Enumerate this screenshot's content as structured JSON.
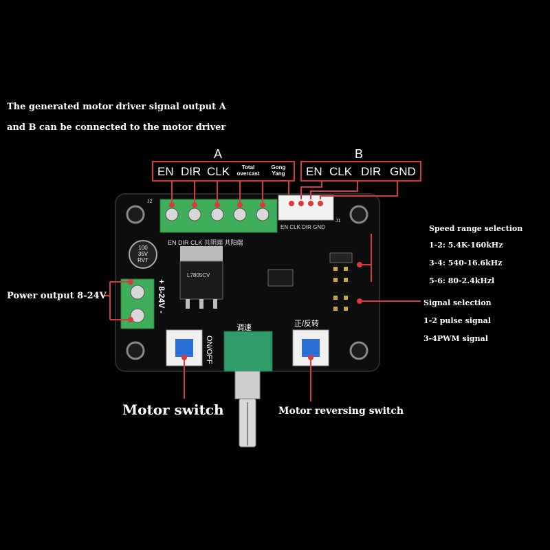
{
  "header": {
    "line1": "The generated motor driver signal output A",
    "line2": "and B can be connected to the motor driver"
  },
  "group_a": {
    "letter": "A",
    "labels": [
      "EN",
      "DIR",
      "CLK"
    ],
    "total_overcast": [
      "Total",
      "overcast"
    ],
    "gong_yang": [
      "Gong",
      "Yang"
    ]
  },
  "group_b": {
    "letter": "B",
    "labels": [
      "EN",
      "CLK",
      "DIR",
      "GND"
    ]
  },
  "speed": {
    "title": "Speed range selection",
    "items": [
      "1-2: 5.4K-160kHz",
      "3-4: 540-16.6kHz",
      "5-6: 80-2.4kHzl"
    ]
  },
  "signal": {
    "title": "Signal selection",
    "items": [
      "1-2 pulse signal",
      "3-4PWM signal"
    ]
  },
  "power": {
    "label": "Power output 8-24V"
  },
  "motor_switch": {
    "label": "Motor switch"
  },
  "reversing_switch": {
    "label": "Motor reversing switch"
  },
  "board": {
    "silk_terminal": "EN  DIR  CLK  共阴端  共阳端",
    "silk_bottom": "EN  CLK  DIR  GND",
    "voltage": "+ 8-24V -",
    "cap": [
      "100",
      "35V",
      "RVT"
    ],
    "regulator": "L7805CV",
    "knob_label": "调速",
    "onoff": "ON/OFF",
    "rev_label": "正/反转",
    "j2": "J2",
    "j1": "J1"
  },
  "colors": {
    "annotation": "#d93a3a",
    "pcb": "#0b0b0b",
    "terminal": "#3fae5a",
    "button": "#2a6fd6"
  }
}
